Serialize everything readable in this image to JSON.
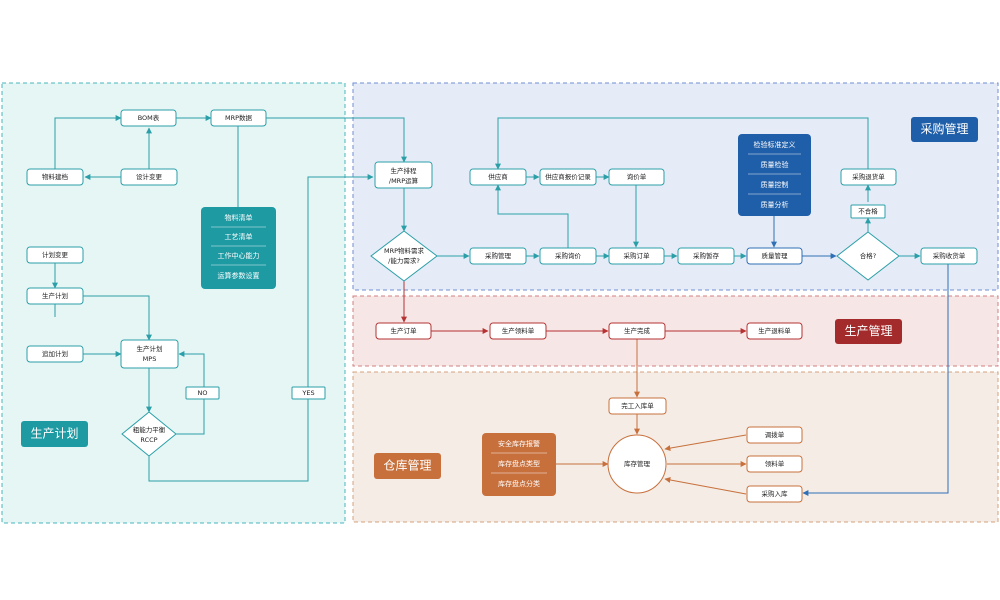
{
  "zones": {
    "planning": {
      "label": "生产计划",
      "color": "#1e9aa3"
    },
    "purchasing": {
      "label": "采购管理",
      "color": "#1f5ea8"
    },
    "production": {
      "label": "生产管理",
      "color": "#a32b2b"
    },
    "warehouse": {
      "label": "仓库管理",
      "color": "#c8703c"
    }
  },
  "nodes": {
    "bom": "BOM表",
    "mrp_data": "MRP数据",
    "material_file": "物料建档",
    "design_change": "设计变更",
    "plan_change": "计划变更",
    "prod_plan": "生产计划",
    "add_plan": "追加计划",
    "mps": [
      "生产计划",
      "MPS"
    ],
    "rccp": [
      "粗能力平衡",
      "RCCP"
    ],
    "no_label": "NO",
    "yes_label": "YES",
    "sched": [
      "生产排程",
      "/MRP运算"
    ],
    "mrp_check": [
      "MRP物料需求",
      "/能力需求?"
    ],
    "supplier": "供应商",
    "supplier_quote": "供应商报价记录",
    "inquiry": "询价单",
    "purchase_mgmt": "采购管理",
    "purchase_inquiry": "采购询价",
    "purchase_order": "采购订单",
    "purchase_hold": "采购暂存",
    "quality_mgmt": "质量管理",
    "qualified": "合格?",
    "unqualified": "不合格",
    "return_order": "采购退货单",
    "receive_order": "采购收货单",
    "prod_order": "生产订单",
    "prod_pick": "生产领料单",
    "prod_done": "生产完成",
    "prod_return": "生产退料单",
    "finish_in": "完工入库单",
    "inventory": "库存管理",
    "transfer": "调拨单",
    "pick": "领料单",
    "purchase_in": "采购入库"
  },
  "lists": {
    "material": [
      "物料清单",
      "工艺清单",
      "工作中心能力",
      "运算参数设置"
    ],
    "quality": [
      "检验标准定义",
      "质量检验",
      "质量控制",
      "质量分析"
    ],
    "stock": [
      "安全库存报警",
      "库存盘点类型",
      "库存盘点分类"
    ]
  },
  "colors": {
    "teal": "#2b9fa8",
    "blue": "#2f6fb6",
    "red": "#b53333",
    "orange": "#c8703c",
    "teal_zone_bg": "#e5f6f5",
    "blue_zone_bg": "#e6ecf7",
    "red_zone_bg": "#f6e6e6",
    "orange_zone_bg": "#f4ece5"
  }
}
